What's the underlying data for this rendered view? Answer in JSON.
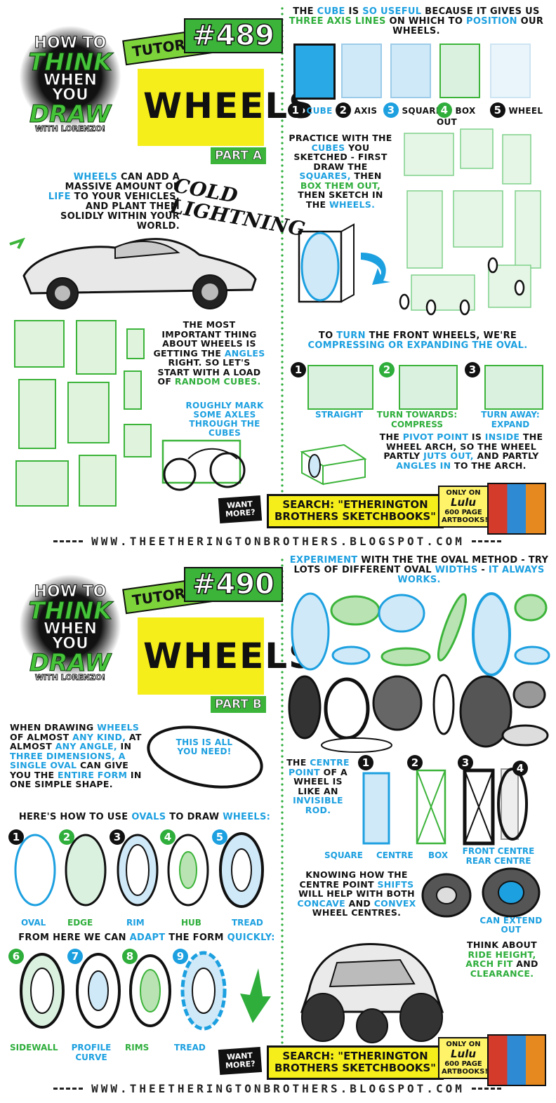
{
  "header_logo": {
    "how_to": "HOW TO",
    "think": "THINK",
    "when_you": "WHEN YOU",
    "draw": "DRAW",
    "with": "WITH LORENZO!"
  },
  "tutorial_label": "TUTORIAL",
  "panel1": {
    "number": "#489",
    "title": "WHEELS",
    "part": "PART A",
    "intro": [
      "WHEELS",
      " CAN ADD A ",
      "MASSIVE AMOUNT",
      " OF ",
      "LIFE",
      " TO YOUR VEHICLES, AND PLANT THEM SOLIDLY WITHIN YOUR WORLD."
    ],
    "lettering": "COLD LIGHTNING",
    "cube_intro": [
      "THE ",
      "CUBE",
      " IS ",
      "SO USEFUL",
      " BECAUSE IT GIVES US ",
      "THREE AXIS LINES",
      " ON WHICH TO ",
      "POSITION",
      " OUR WHEELS."
    ],
    "steps": [
      {
        "n": "1",
        "label": "CUBE"
      },
      {
        "n": "2",
        "label": "AXIS"
      },
      {
        "n": "3",
        "label": "SQUARE"
      },
      {
        "n": "4",
        "label": "BOX OUT"
      },
      {
        "n": "5",
        "label": "WHEEL"
      }
    ],
    "practice": [
      "PRACTICE WITH THE ",
      "CUBES",
      " YOU SKETCHED - FIRST DRAW THE ",
      "SQUARES,",
      " THEN ",
      "BOX THEM OUT,",
      " THEN SKETCH IN THE ",
      "WHEELS."
    ],
    "angles": [
      "THE MOST IMPORTANT THING ABOUT WHEELS IS GETTING THE ",
      "ANGLES",
      " RIGHT. SO LET'S START WITH A LOAD OF ",
      "RANDOM CUBES."
    ],
    "axles": "ROUGHLY MARK SOME AXLES THROUGH THE CUBES",
    "turn": [
      "TO ",
      "TURN",
      " THE ",
      "FRONT WHEELS",
      ", WE'RE ",
      "COMPRESSING OR EXPANDING THE OVAL."
    ],
    "turn_steps": [
      {
        "n": "1",
        "label": "STRAIGHT"
      },
      {
        "n": "2",
        "label": "TURN TOWARDS: COMPRESS"
      },
      {
        "n": "3",
        "label": "TURN AWAY: EXPAND"
      }
    ],
    "pivot": [
      "THE ",
      "PIVOT POINT",
      " IS ",
      "INSIDE",
      " THE WHEEL ARCH, SO THE WHEEL PARTLY ",
      "JUTS OUT,",
      " AND PARTLY ",
      "ANGLES IN",
      " TO THE ARCH."
    ]
  },
  "panel2": {
    "number": "#490",
    "title": "WHEELS",
    "part": "PART B",
    "experiment": [
      "EXPERIMENT",
      " WITH THE THE OVAL METHOD - TRY LOTS OF DIFFERENT OVAL ",
      "WIDTHS",
      " - ",
      "IT ALWAYS WORKS."
    ],
    "oval_intro": [
      "WHEN DRAWING ",
      "WHEELS",
      " OF ALMOST ",
      "ANY KIND,",
      " AT ALMOST ",
      "ANY ANGLE,",
      " IN ",
      "THREE DIMENSIONS,",
      " ",
      "A SINGLE OVAL",
      " CAN GIVE YOU THE ",
      "ENTIRE FORM",
      " IN ONE SIMPLE SHAPE."
    ],
    "all_you_need": "THIS IS ALL YOU NEED!",
    "how_to_ovals": [
      "HERE'S HOW TO USE ",
      "OVALS",
      " TO DRAW ",
      "WHEELS:"
    ],
    "oval_steps": [
      {
        "n": "1",
        "label": "OVAL"
      },
      {
        "n": "2",
        "label": "EDGE"
      },
      {
        "n": "3",
        "label": "RIM"
      },
      {
        "n": "4",
        "label": "HUB"
      },
      {
        "n": "5",
        "label": "TREAD"
      }
    ],
    "adapt": [
      "FROM HERE WE CAN ",
      "ADAPT",
      " THE FORM ",
      "QUICKLY:"
    ],
    "adapt_steps": [
      {
        "n": "6",
        "label": "SIDEWALL"
      },
      {
        "n": "7",
        "label": "PROFILE CURVE"
      },
      {
        "n": "8",
        "label": "RIMS"
      },
      {
        "n": "9",
        "label": "TREAD"
      }
    ],
    "centre": [
      "THE ",
      "CENTRE POINT",
      " OF A WHEEL IS LIKE AN ",
      "INVISIBLE ROD."
    ],
    "centre_steps": [
      {
        "n": "1",
        "label": "SQUARE"
      },
      {
        "n": "2",
        "label": "CENTRE"
      },
      {
        "n": "3",
        "label": "BOX"
      },
      {
        "n": "4",
        "label": "FRONT CENTRE REAR CENTRE"
      }
    ],
    "shift": [
      "KNOWING HOW THE CENTRE POINT ",
      "SHIFTS",
      " WILL HELP WITH BOTH ",
      "CONCAVE",
      " AND ",
      "CONVEX",
      " WHEEL CENTRES."
    ],
    "extend": "CAN EXTEND OUT",
    "ride": [
      "THINK ABOUT ",
      "RIDE HEIGHT, ARCH FIT",
      " AND ",
      "CLEARANCE."
    ]
  },
  "promo": {
    "want_more": "WANT MORE?",
    "search_line1": "SEARCH: \"ETHERINGTON",
    "search_line2": "BROTHERS SKETCHBOOKS\"",
    "only_on": "ONLY ON",
    "lulu": "Lulu",
    "artbooks": "600 PAGE ARTBOOKS!"
  },
  "url": "WWW.THEETHERINGTONBROTHERS.BLOGSPOT.COM",
  "colors": {
    "blue": "#1da0e0",
    "green": "#2fae3c",
    "yellow": "#f6ee1b",
    "black": "#111111"
  }
}
